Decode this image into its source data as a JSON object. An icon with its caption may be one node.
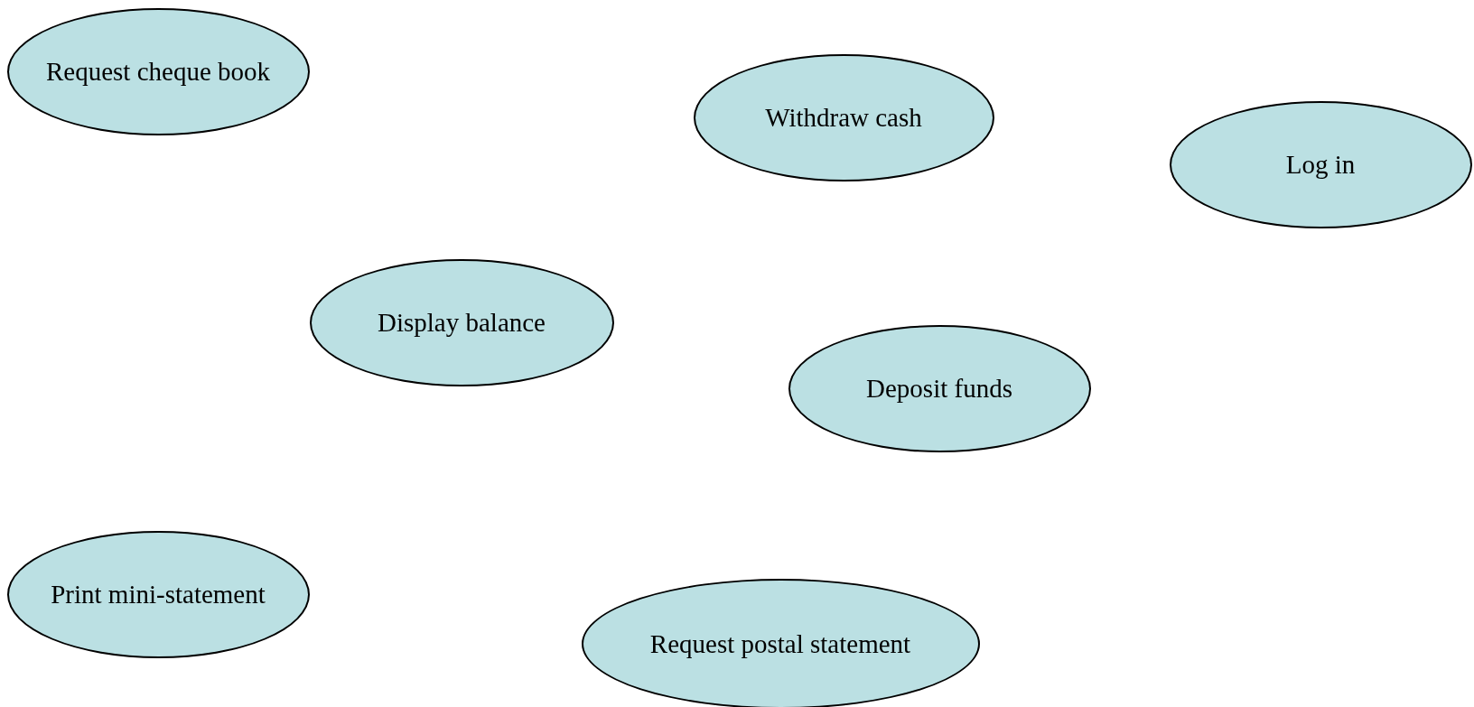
{
  "diagram": {
    "nodes": [
      {
        "text": [
          "Request cheque book"
        ]
      },
      {
        "text": [
          "Withdraw cash"
        ]
      },
      {
        "text": [
          "Log in"
        ]
      },
      {
        "text": [
          "Display balance"
        ]
      },
      {
        "text": [
          "Deposit funds"
        ]
      },
      {
        "text": [
          "Print mini-statement"
        ]
      },
      {
        "text": [
          "Request postal statement"
        ]
      }
    ]
  }
}
